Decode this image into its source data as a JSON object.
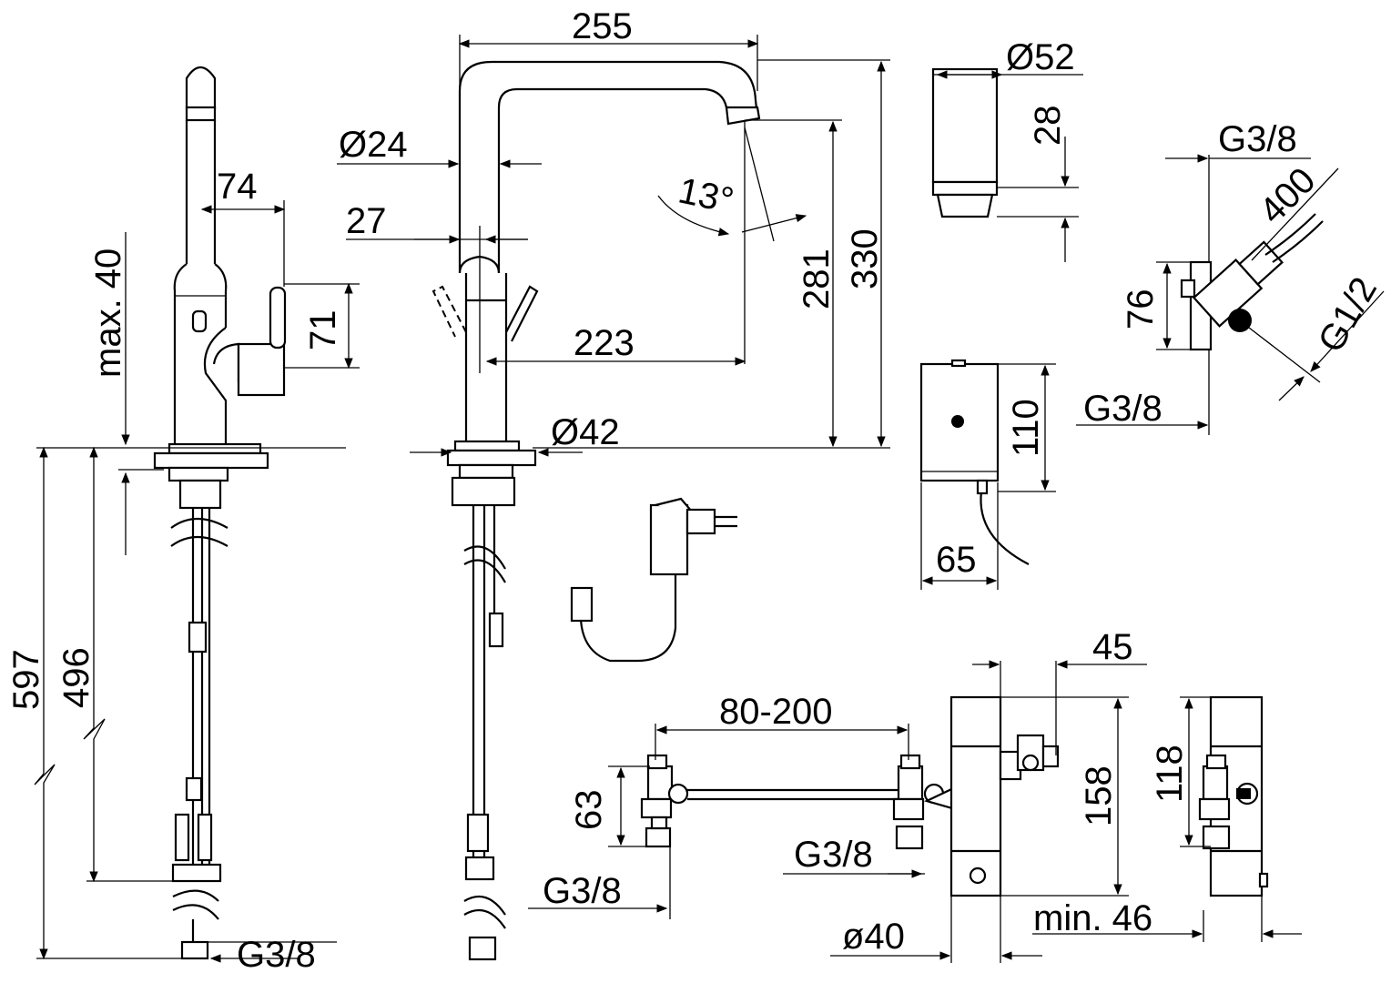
{
  "dimensions": {
    "spout_reach": "255",
    "spout_diameter": "Ø24",
    "lever_offset": "27",
    "spout_angle": "13°",
    "outlet_height": "281",
    "total_height": "330",
    "spout_projection": "223",
    "base_diameter": "Ø42",
    "lever_width": "74",
    "lever_height": "71",
    "max_deck": "max. 40",
    "hose_length_1": "597",
    "hose_length_2": "496",
    "hose_thread": "G3/8",
    "sensor_diameter": "Ø52",
    "sensor_height": "28",
    "valve_inlet": "G3/8",
    "valve_cable": "400",
    "valve_height": "76",
    "valve_outlet": "G1/2",
    "valve_thread_bottom": "G3/8",
    "box_height": "110",
    "box_width": "65",
    "mixer_width": "45",
    "pipe_spacing": "80-200",
    "stop_valve_height": "63",
    "mixer_height": "158",
    "mixer_side_height": "118",
    "mixer_thread": "G3/8",
    "inlet_thread": "G3/8",
    "mixer_diameter": "ø40",
    "min_clearance": "min. 46"
  }
}
